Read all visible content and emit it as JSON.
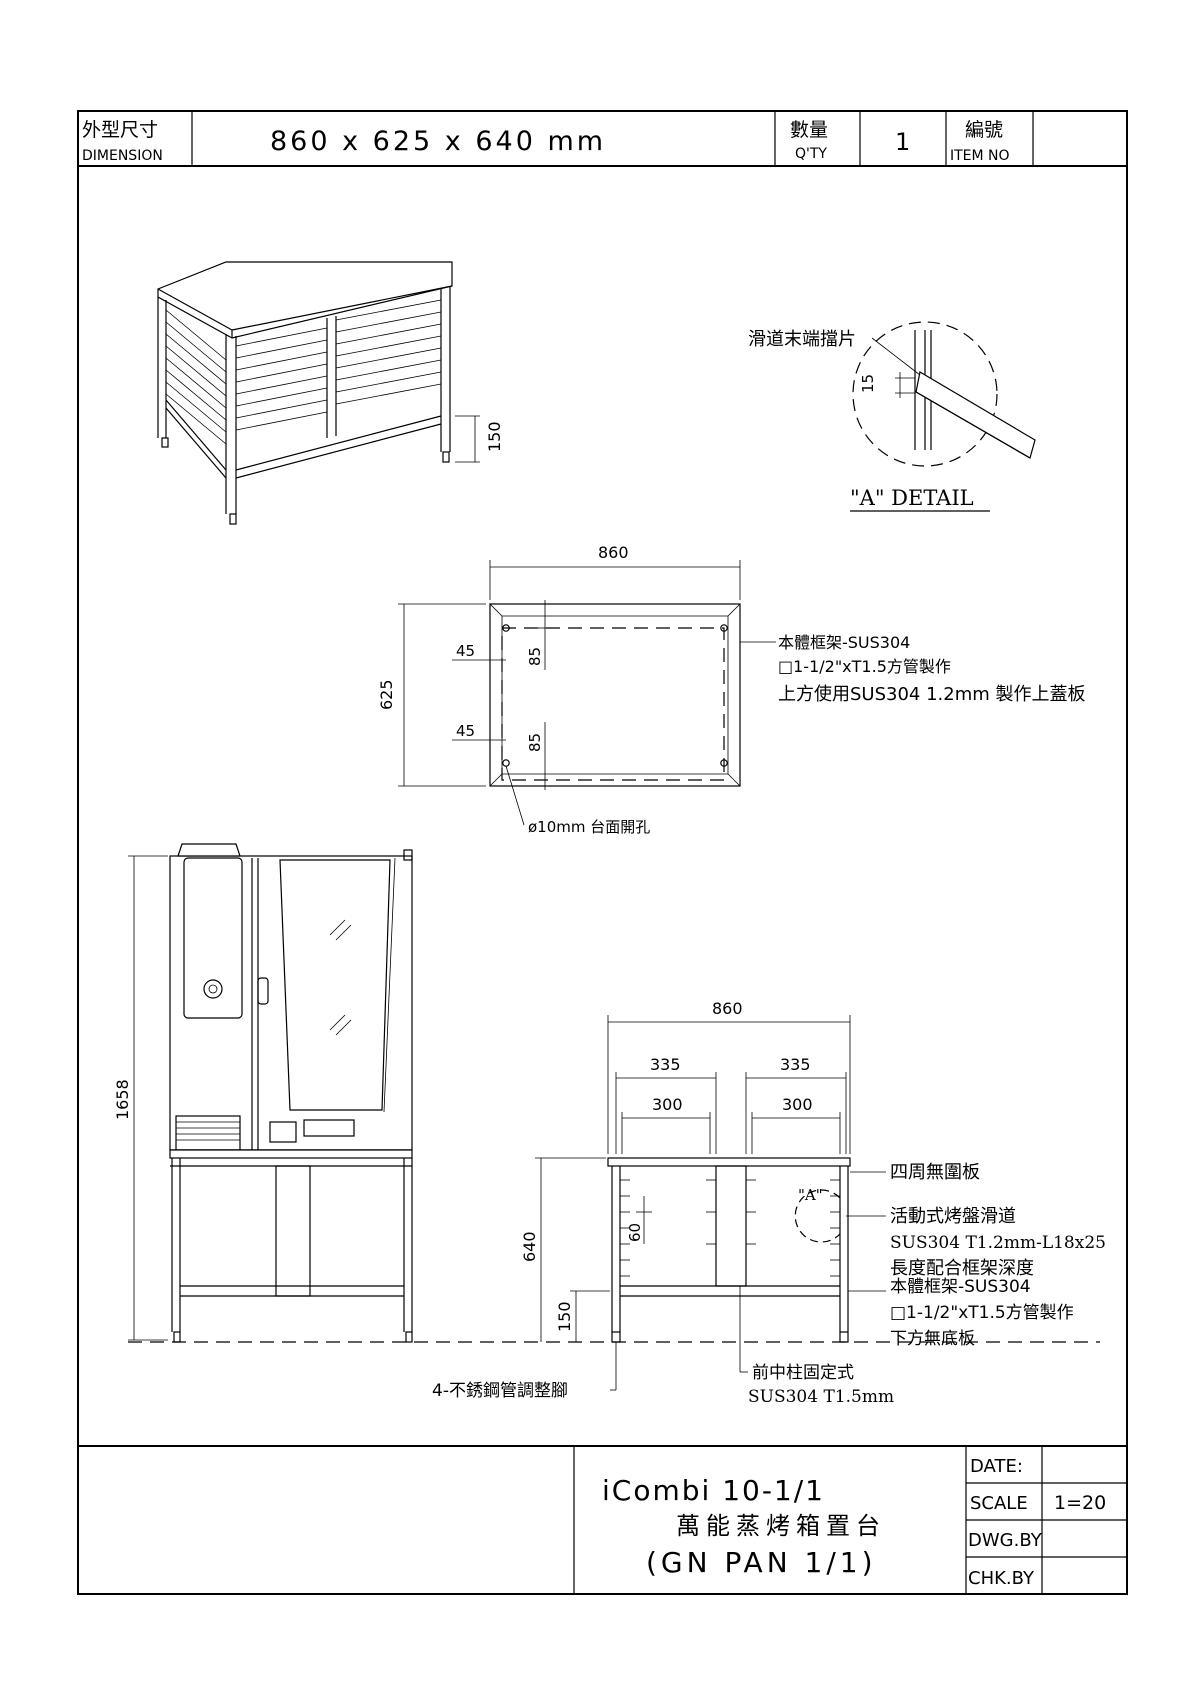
{
  "title_block": {
    "dimension_label_cn": "外型尺寸",
    "dimension_label_en": "DIMENSION",
    "dimension_value": "860 x 625 x 640 mm",
    "qty_label_cn": "數量",
    "qty_label_en": "Q'TY",
    "qty_value": "1",
    "item_label_cn": "編號",
    "item_label_en": "ITEM NO",
    "item_value": ""
  },
  "detail": {
    "stopper_label": "滑道末端擋片",
    "dim_15": "15",
    "title": "\"A\" DETAIL"
  },
  "isometric": {
    "dim_150": "150"
  },
  "top_view": {
    "width": "860",
    "depth": "625",
    "offset_x_top": "45",
    "offset_y_top": "85",
    "offset_x_bottom": "45",
    "offset_y_bottom": "85",
    "hole_note": "ø10mm 台面開孔",
    "frame_note_1": "本體框架-SUS304",
    "frame_note_2": "□1-1/2\"xT1.5方管製作",
    "frame_note_3": "上方使用SUS304 1.2mm 製作上蓋板"
  },
  "side_view": {
    "height": "1658"
  },
  "front_view": {
    "width": "860",
    "bay_left": "335",
    "bay_right": "335",
    "inner_left": "300",
    "inner_right": "300",
    "height": "640",
    "leg_height": "150",
    "slide_pitch": "60",
    "detail_ref": "\"A\"",
    "note_no_apron": "四周無圍板",
    "note_slide_1": "活動式烤盤滑道",
    "note_slide_2": "SUS304 T1.2mm-L18x25",
    "note_slide_3": "長度配合框架深度",
    "note_frame_1": "本體框架-SUS304",
    "note_frame_2": "□1-1/2\"xT1.5方管製作",
    "note_frame_3": "下方無底板",
    "note_feet": "4-不銹鋼管調整腳",
    "note_post_1": "前中柱固定式",
    "note_post_2": "SUS304 T1.5mm"
  },
  "footer": {
    "model": "iCombi 10-1/1",
    "name_cn": "萬能蒸烤箱置台",
    "pan": "(GN PAN 1/1)",
    "date_label": "DATE:",
    "date_value": "",
    "scale_label": "SCALE",
    "scale_value": "1=20",
    "dwg_label": "DWG.BY",
    "dwg_value": "",
    "chk_label": "CHK.BY",
    "chk_value": ""
  }
}
